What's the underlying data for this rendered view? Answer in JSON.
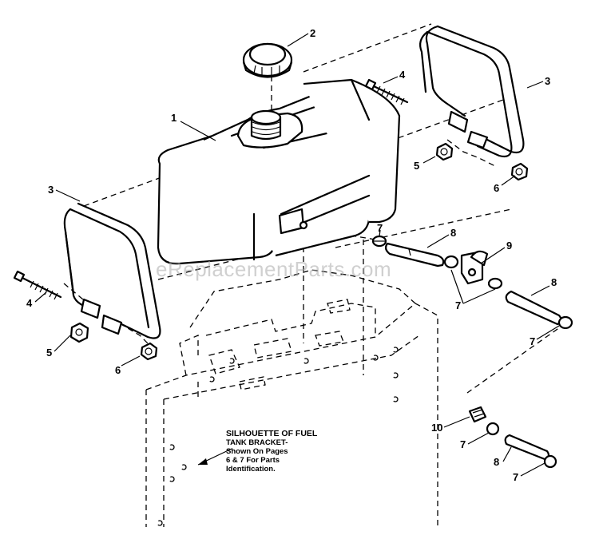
{
  "watermark": "eReplacementParts.com",
  "note": {
    "line1": "SILHOUETTE OF FUEL",
    "line2": "TANK BRACKET-",
    "line3": "Shown On Pages",
    "line4": "6 & 7 For Parts",
    "line5": "Identification."
  },
  "callouts": {
    "c1": "1",
    "c2": "2",
    "c3_right": "3",
    "c3_left": "3",
    "c4_right": "4",
    "c4_left": "4",
    "c5_right": "5",
    "c5_left": "5",
    "c6_right": "6",
    "c6_left": "6",
    "c7_a": "7",
    "c7_b": "7",
    "c7_c": "7",
    "c7_d": "7",
    "c7_e": "7",
    "c8_a": "8",
    "c8_b": "8",
    "c8_c": "8",
    "c9": "9",
    "c10": "10"
  }
}
